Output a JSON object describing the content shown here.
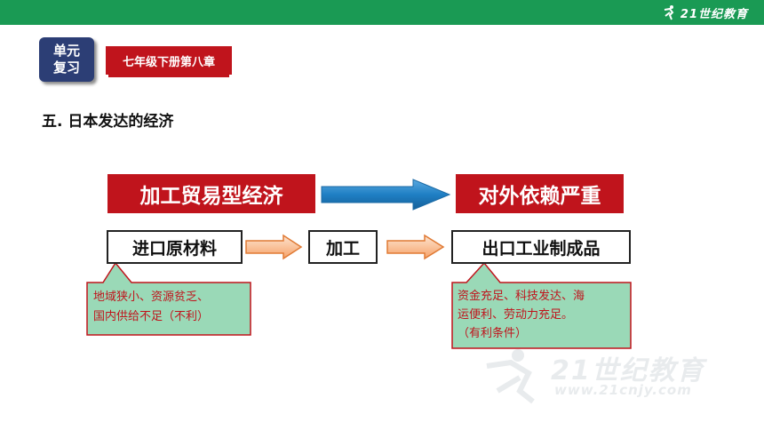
{
  "header": {
    "logo_text": "21世纪教育",
    "bar_color": "#1a9a54"
  },
  "unit_badge": {
    "line1": "单元",
    "line2": "复习"
  },
  "chapter_label": "七年级下册第八章",
  "section_title": "五. 日本发达的经济",
  "diagram": {
    "top_left": "加工贸易型经济",
    "top_right": "对外依赖严重",
    "step1": "进口原材料",
    "step2": "加工",
    "step3": "出口工业制成品",
    "callout_left": {
      "line1": "地域狭小、资源贫乏、",
      "line2": "国内供给不足（不利）"
    },
    "callout_right": {
      "line1": "资金充足、科技发达、海",
      "line2": "运便利、劳动力充足。",
      "line3": "（有利条件）"
    }
  },
  "watermark": {
    "text": "21世纪教育",
    "url_text": "www.21cnjy.com"
  },
  "colors": {
    "accent_red": "#c0141c",
    "badge_navy": "#2c3e75",
    "callout_green": "#9ad9b7",
    "arrow_blue": "#1f7fc4",
    "arrow_orange": "#f6a268"
  }
}
